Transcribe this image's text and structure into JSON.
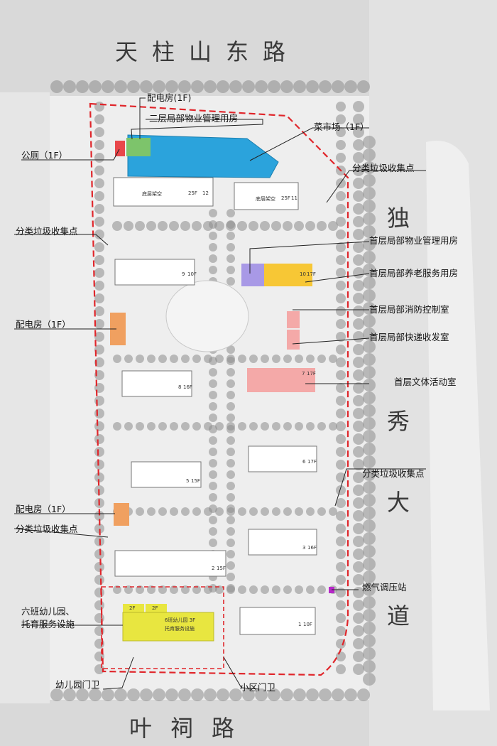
{
  "roads": {
    "north": "天柱山东路",
    "east": [
      "独",
      "秀",
      "大",
      "道"
    ],
    "south": "叶祠路"
  },
  "labels": {
    "pdf_top": "配电房(1F)",
    "wy2f": "二层局部物业管理用房",
    "toilet": "公厕（1F）",
    "market": "菜市场（1F）",
    "garbage_ne": "分类垃圾收集点",
    "garbage_w1": "分类垃圾收集点",
    "wy1f": "首层局部物业管理用房",
    "yl1f": "首层局部养老服务用房",
    "pdf_mid": "配电房（1F）",
    "xf1f": "首层局部消防控制室",
    "kd1f": "首层局部快递收发室",
    "wt1f": "首层文体活动室",
    "garbage_e2": "分类垃圾收集点",
    "pdf_low": "配电房（1F）",
    "garbage_w2": "分类垃圾收集点",
    "gas": "燃气调压站",
    "kinder": "六班幼儿园、\n托育服务设施",
    "kinder_gate": "幼儿园门卫",
    "gate": "小区门卫"
  },
  "buildings": {
    "b12": "底层架空",
    "b12f": "25F",
    "b12n": "12",
    "b11": "底层架空",
    "b11f": "25F",
    "b11n": "11",
    "b9": "9",
    "b9f": "10F",
    "b10": "10",
    "b10f": "17F",
    "b8": "8",
    "b8f": "16F",
    "b7": "7",
    "b7f": "17F",
    "b6": "6",
    "b6f": "17F",
    "b5": "5",
    "b5f": "15F",
    "b3": "3",
    "b3f": "16F",
    "b2": "2",
    "b2f": "15F",
    "b1": "1",
    "b1f": "10F",
    "k1": "2F",
    "k2": "2F",
    "k3": "6班幼儿园 3F",
    "k4": "托育服务设施"
  },
  "colors": {
    "redline": "#e0262b",
    "market": "#2ba3dc",
    "green": "#7dc46b",
    "purple": "#a899e6",
    "yellow": "#f7c735",
    "orange": "#f0a060",
    "pink": "#f4a9a8",
    "kinder": "#e8e640",
    "gas": "#b728c9",
    "tree": "#8d8d8d"
  }
}
